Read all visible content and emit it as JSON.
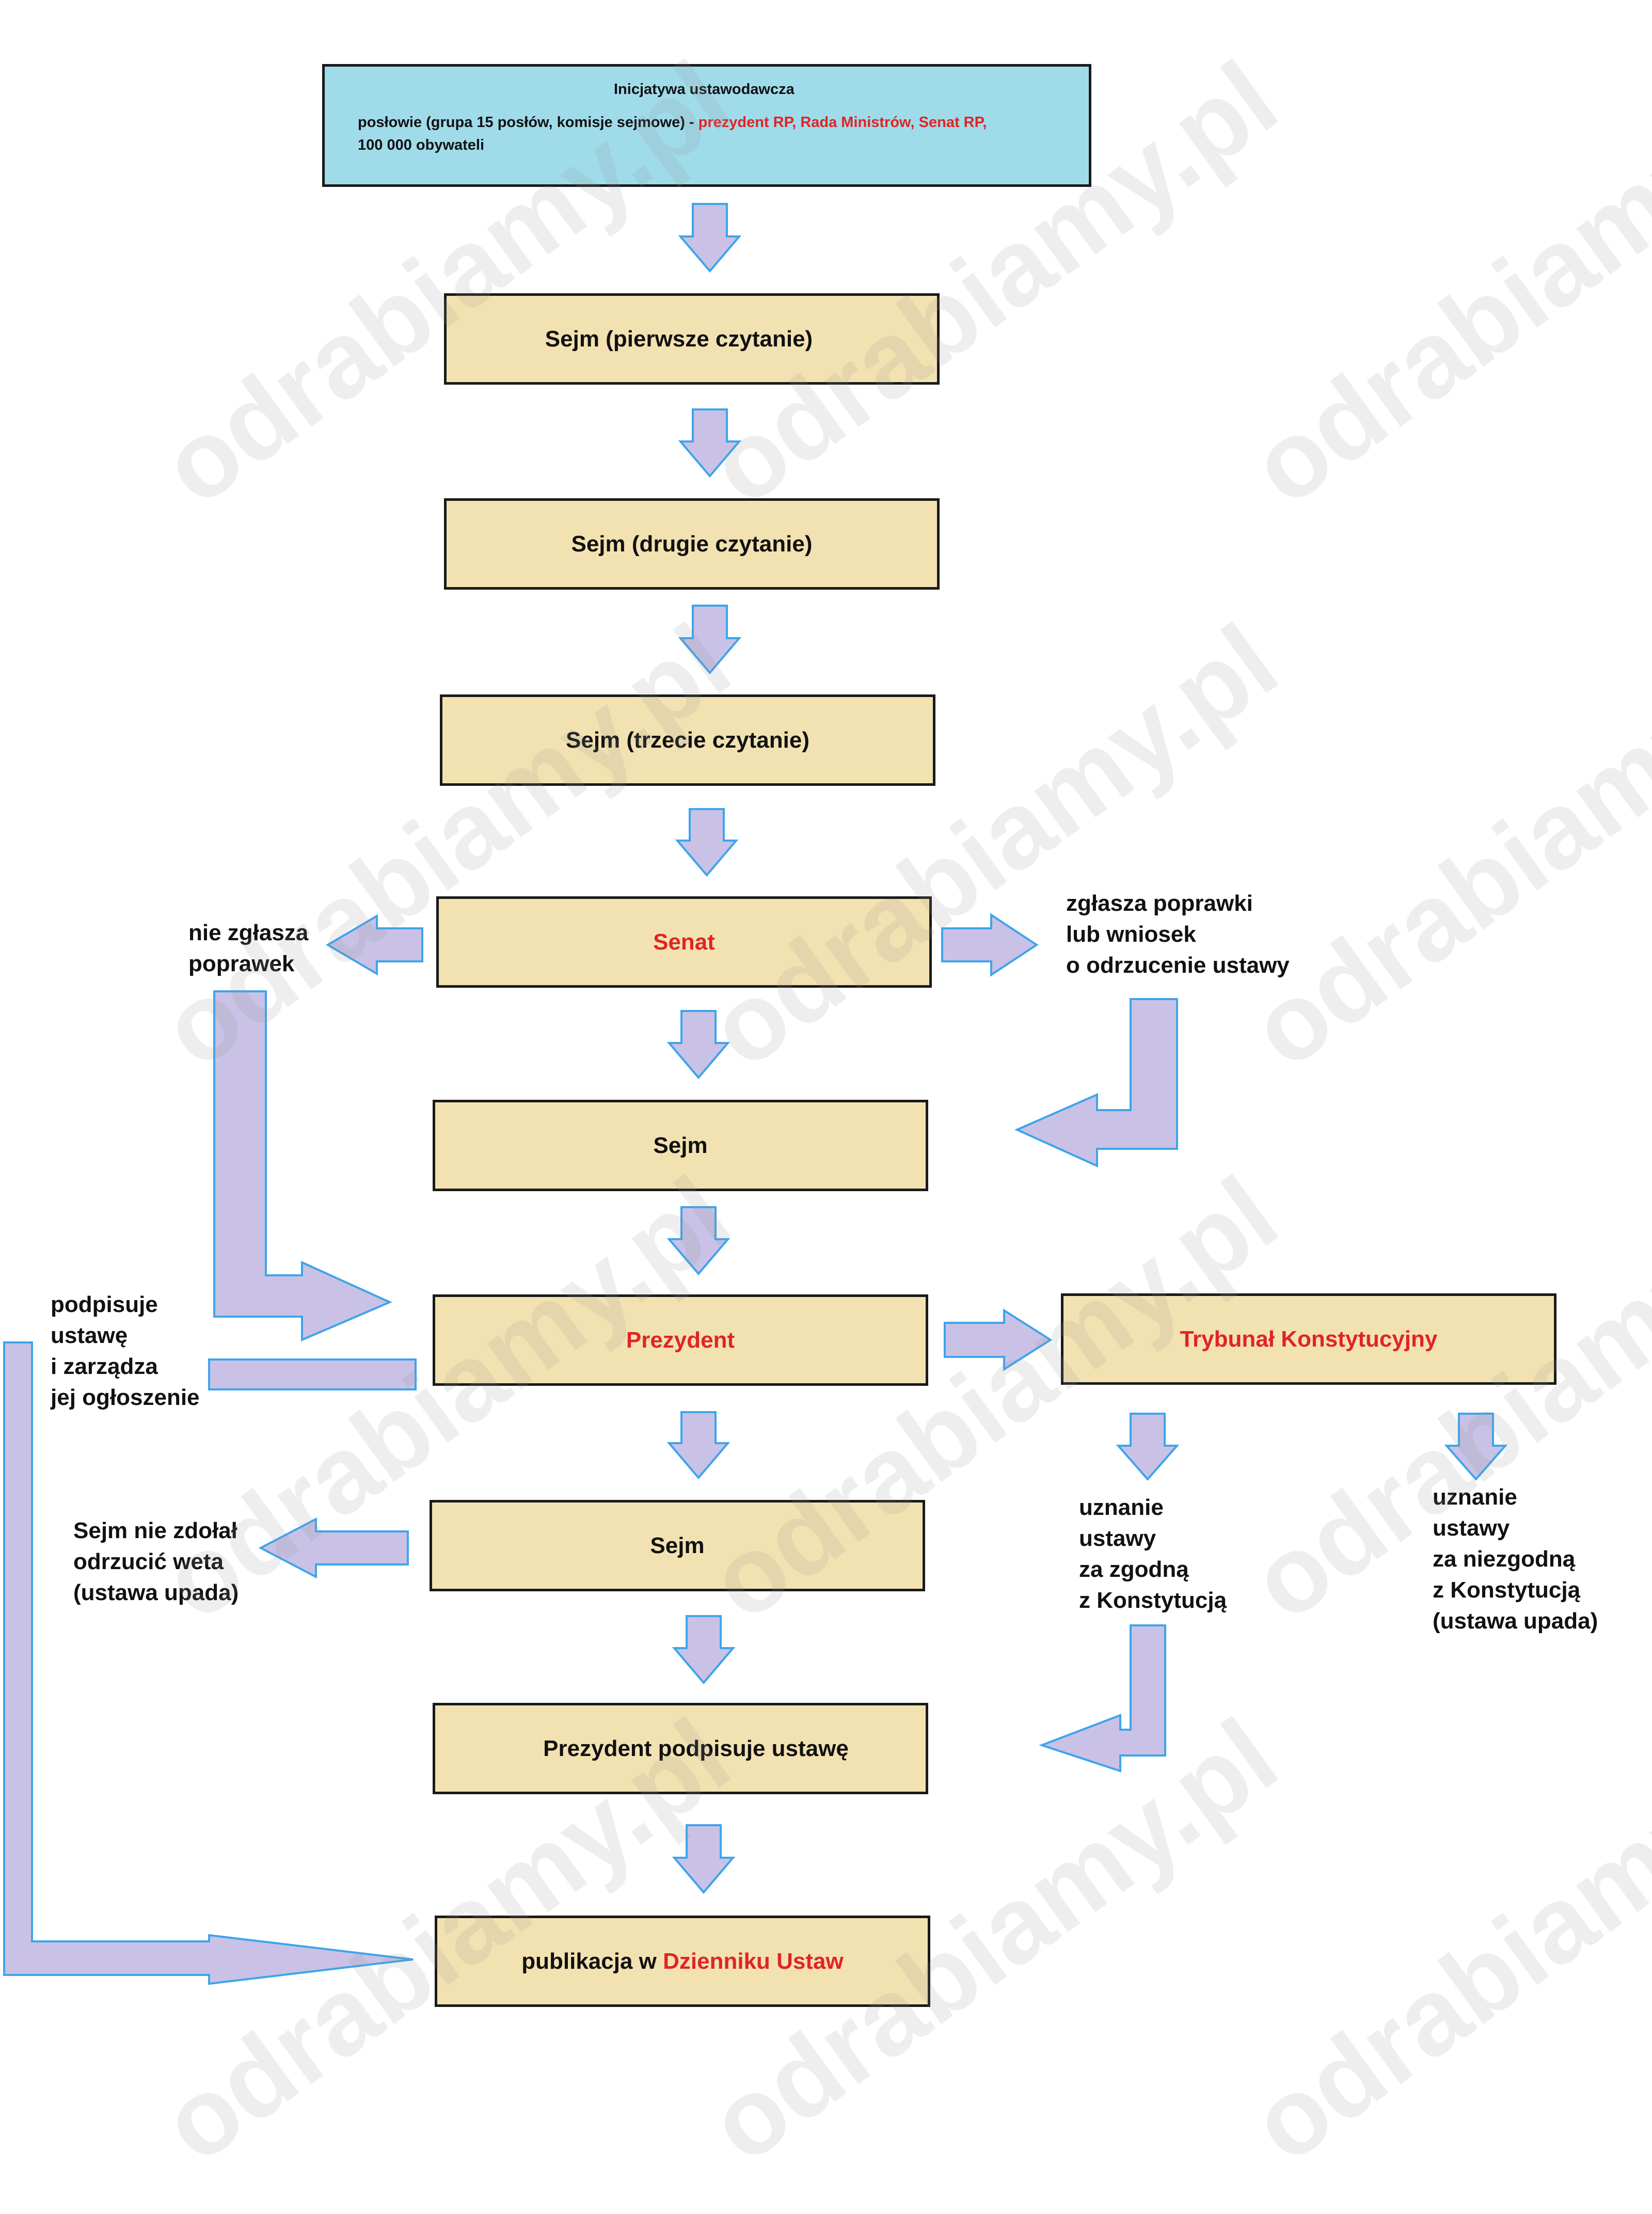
{
  "watermark": "odrabiamy.pl",
  "colors": {
    "box_fill": "#f3e2b1",
    "init_fill": "#a0dbea",
    "arrow_fill": "#c9c2e6",
    "arrow_stroke": "#3ea4ec",
    "emphasis": "#e02424"
  },
  "initiative": {
    "title": "Inicjatywa ustawodawcza",
    "line_black": "posłowie (grupa 15 posłów, komisje sejmowe) - ",
    "line_red": "prezydent RP, Rada Ministrów, Senat RP,",
    "line2": "100 000 obywateli"
  },
  "boxes": {
    "sejm1": "Sejm  (pierwsze czytanie)",
    "sejm2": "Sejm (drugie czytanie)",
    "sejm3": "Sejm (trzecie czytanie)",
    "senat": "Senat",
    "sejm4": "Sejm",
    "prezydent": "Prezydent",
    "tk": "Trybunał Konstytucyjny",
    "sejm5": "Sejm",
    "prez_podpisuje": "Prezydent podpisuje ustawę",
    "publikacja_prefix": "publikacja w ",
    "publikacja_red": "Dzienniku Ustaw"
  },
  "labels": {
    "nie_zglasza": [
      "nie zgłasza",
      "poprawek"
    ],
    "zglasza": [
      "zgłasza poprawki",
      "lub wniosek",
      "o odrzucenie ustawy"
    ],
    "podpisuje": [
      "podpisuje",
      "ustawę",
      "i zarządza",
      "jej ogłoszenie"
    ],
    "weto": [
      "Sejm nie zdołał",
      "odrzucić weta",
      "(ustawa upada)"
    ],
    "zgodna": [
      "uznanie",
      "ustawy",
      "za zgodną",
      "z Konstytucją"
    ],
    "niezgodna": [
      "uznanie",
      "ustawy",
      "za niezgodną",
      "z Konstytucją",
      "(ustawa upada)"
    ]
  }
}
